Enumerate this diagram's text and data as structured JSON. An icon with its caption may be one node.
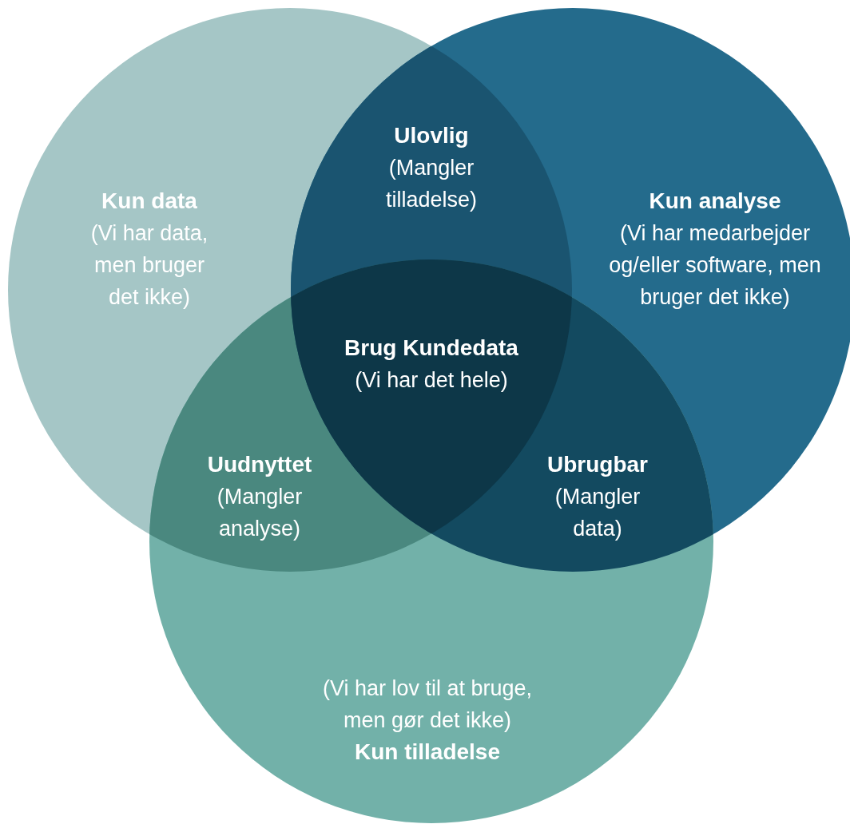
{
  "diagram": {
    "nodes": [
      {
        "text": [
          "Kun data",
          "(Vi har data, men bruger det ikke)"
        ]
      },
      {
        "text": [
          "Kun analyse",
          "(Vi har medarbejder og/eller software, men bruger det ikke)"
        ]
      },
      {
        "text": [
          "(Vi har lov til at bruge, men gør det ikke)",
          "Kun tilladelse"
        ]
      },
      {
        "text": [
          "Ulovlig",
          "(Mangler tilladelse)"
        ]
      },
      {
        "text": [
          "Brug Kundedata",
          "(Vi har det hele)"
        ]
      },
      {
        "text": [
          "Uudnyttet",
          "(Mangler analyse)"
        ]
      },
      {
        "text": [
          "Ubrugbar",
          "(Mangler data)"
        ]
      }
    ]
  }
}
